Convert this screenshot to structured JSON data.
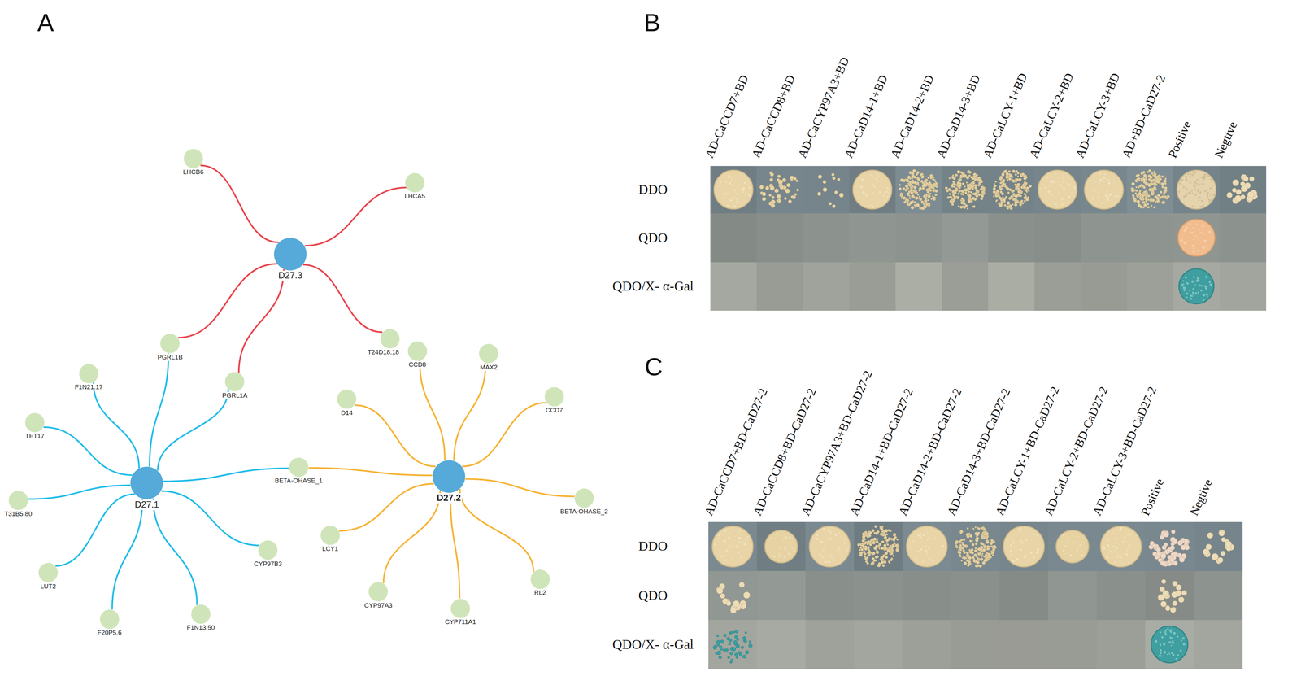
{
  "diagram": {
    "nodes": [
      {
        "text": [
          "D27.3"
        ]
      },
      {
        "text": [
          "LHCB6"
        ]
      },
      {
        "text": [
          "LHCA5"
        ]
      },
      {
        "text": [
          "PGRL1B"
        ]
      },
      {
        "text": [
          "PGRL1A"
        ]
      },
      {
        "text": [
          "T24D18.18"
        ]
      },
      {
        "text": [
          "D27.1"
        ]
      },
      {
        "text": [
          "F1N21.17"
        ]
      },
      {
        "text": [
          "TET17"
        ]
      },
      {
        "text": [
          "T31B5.80"
        ]
      },
      {
        "text": [
          "LUT2"
        ]
      },
      {
        "text": [
          "F20P5.6"
        ]
      },
      {
        "text": [
          "F1N13.50"
        ]
      },
      {
        "text": [
          "CYP97B3"
        ]
      },
      {
        "text": [
          "BETA-OHASE_1"
        ]
      },
      {
        "text": [
          "D27.2"
        ]
      },
      {
        "text": [
          "CCD8"
        ]
      },
      {
        "text": [
          "MAX2"
        ]
      },
      {
        "text": [
          "CCD7"
        ]
      },
      {
        "text": [
          "D14"
        ]
      },
      {
        "text": [
          "BETA-OHASE_2"
        ]
      },
      {
        "text": [
          "LCY1"
        ]
      },
      {
        "text": [
          "RL2"
        ]
      },
      {
        "text": [
          "CYP97A3"
        ]
      },
      {
        "text": [
          "CYP711A1"
        ]
      }
    ],
    "edges": [
      {
        "from": 0,
        "to": 1,
        "arrow": "none"
      },
      {
        "from": 0,
        "to": 2,
        "arrow": "none"
      },
      {
        "from": 0,
        "to": 3,
        "arrow": "none"
      },
      {
        "from": 0,
        "to": 4,
        "arrow": "none"
      },
      {
        "from": 0,
        "to": 5,
        "arrow": "none"
      },
      {
        "from": 6,
        "to": 3,
        "arrow": "none"
      },
      {
        "from": 6,
        "to": 4,
        "arrow": "none"
      },
      {
        "from": 6,
        "to": 7,
        "arrow": "none"
      },
      {
        "from": 6,
        "to": 8,
        "arrow": "none"
      },
      {
        "from": 6,
        "to": 9,
        "arrow": "none"
      },
      {
        "from": 6,
        "to": 10,
        "arrow": "none"
      },
      {
        "from": 6,
        "to": 11,
        "arrow": "none"
      },
      {
        "from": 6,
        "to": 12,
        "arrow": "none"
      },
      {
        "from": 6,
        "to": 13,
        "arrow": "none"
      },
      {
        "from": 6,
        "to": 14,
        "arrow": "none"
      },
      {
        "from": 15,
        "to": 14,
        "arrow": "none"
      },
      {
        "from": 15,
        "to": 16,
        "arrow": "none"
      },
      {
        "from": 15,
        "to": 17,
        "arrow": "none"
      },
      {
        "from": 15,
        "to": 18,
        "arrow": "none"
      },
      {
        "from": 15,
        "to": 19,
        "arrow": "none"
      },
      {
        "from": 15,
        "to": 20,
        "arrow": "none"
      },
      {
        "from": 15,
        "to": 21,
        "arrow": "none"
      },
      {
        "from": 15,
        "to": 22,
        "arrow": "none"
      },
      {
        "from": 15,
        "to": 23,
        "arrow": "none"
      },
      {
        "from": 15,
        "to": 24,
        "arrow": "none"
      }
    ],
    "labels": [
      "A",
      "B",
      "AD-CaCCD7+BD",
      "AD-CaCCD8+BD",
      "AD-CaCYP97A3+BD",
      "AD-CaD14-1+BD",
      "AD-CaD14-2+BD",
      "AD-CaD14-3+BD",
      "AD-CaLCY-1+BD",
      "AD-CaLCY-2+BD",
      "AD-CaLCY-3+BD",
      "AD+BD-CaD27-2",
      "Positive",
      "Negtive",
      "DDO",
      "QDO",
      "QDO/X- α-Gal",
      "C",
      "AD-CaCCD7+BD-CaD27-2",
      "AD-CaCCD8+BD-CaD27-2",
      "AD-CaCYP97A3+BD-CaD27-2",
      "AD-CaD14-1+BD-CaD27-2",
      "AD-CaD14-2+BD-CaD27-2",
      "AD-CaD14-3+BD-CaD27-2",
      "AD-CaLCY-1+BD-CaD27-2",
      "AD-CaLCY-2+BD-CaD27-2",
      "AD-CaLCY-3+BD-CaD27-2",
      "Positive",
      "Negtive",
      "DDO",
      "QDO",
      "QDO/X- α-Gal"
    ]
  }
}
